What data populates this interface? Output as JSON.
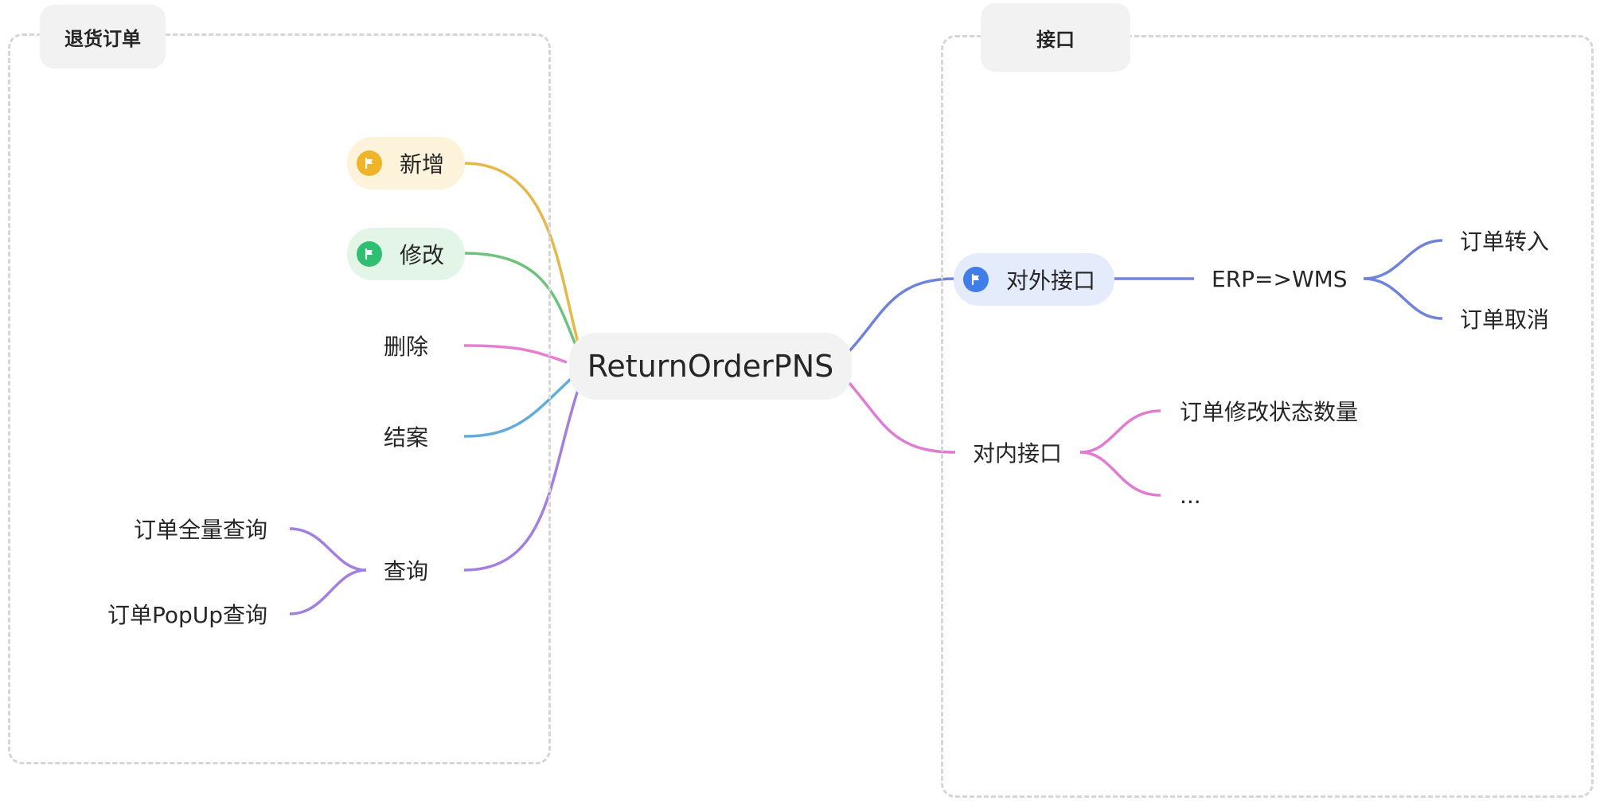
{
  "root": {
    "label": "ReturnOrderPNS"
  },
  "groups": {
    "left": {
      "label": "退货订单"
    },
    "right": {
      "label": "接口"
    }
  },
  "left_nodes": {
    "add": {
      "label": "新增",
      "icon": "yellow-flag-icon",
      "bg": "#fdf3da",
      "icon_color": "#f0b429"
    },
    "edit": {
      "label": "修改",
      "icon": "green-flag-icon",
      "bg": "#e3f5e6",
      "icon_color": "#2fbf71"
    },
    "delete": {
      "label": "删除"
    },
    "close": {
      "label": "结案"
    },
    "query": {
      "label": "查询",
      "children": [
        {
          "label": "订单全量查询"
        },
        {
          "label": "订单PopUp查询"
        }
      ]
    }
  },
  "right_nodes": {
    "external": {
      "label": "对外接口",
      "icon": "blue-flag-icon",
      "bg": "#e4ebfb",
      "icon_color": "#3f7de8",
      "child": {
        "label": "ERP=>WMS",
        "children": [
          {
            "label": "订单转入"
          },
          {
            "label": "订单取消"
          }
        ]
      }
    },
    "internal": {
      "label": "对内接口",
      "children": [
        {
          "label": "订单修改状态数量"
        },
        {
          "label": "..."
        }
      ]
    }
  },
  "colors": {
    "yellow": "#e6b84a",
    "green": "#6fc27b",
    "pink": "#e77fd0",
    "blue": "#62abdd",
    "purple": "#a37fe0",
    "indigo": "#6f83d9",
    "magenta": "#e07cd2"
  }
}
